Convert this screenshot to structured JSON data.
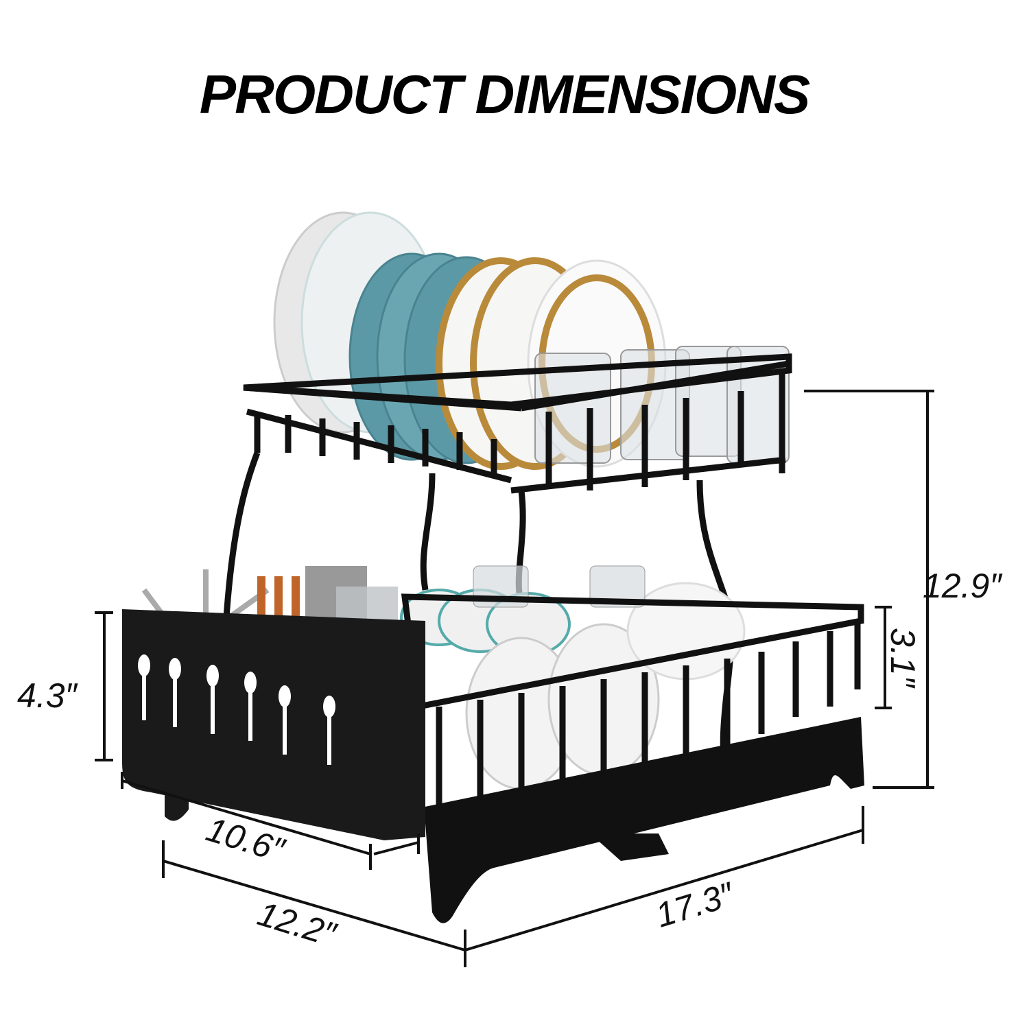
{
  "title": "PRODUCT DIMENSIONS",
  "dimensions": {
    "total_height": "12.9″",
    "lower_basket_height": "3.1″",
    "utensil_holder_height": "4.3″",
    "utensil_holder_depth": "10.6″",
    "depth": "12.2″",
    "width": "17.3″"
  },
  "colors": {
    "rack": "#111111",
    "plate_blue": "#5c99a6",
    "plate_gold": "#b98a3a",
    "plate_white": "#f2f2f2"
  }
}
